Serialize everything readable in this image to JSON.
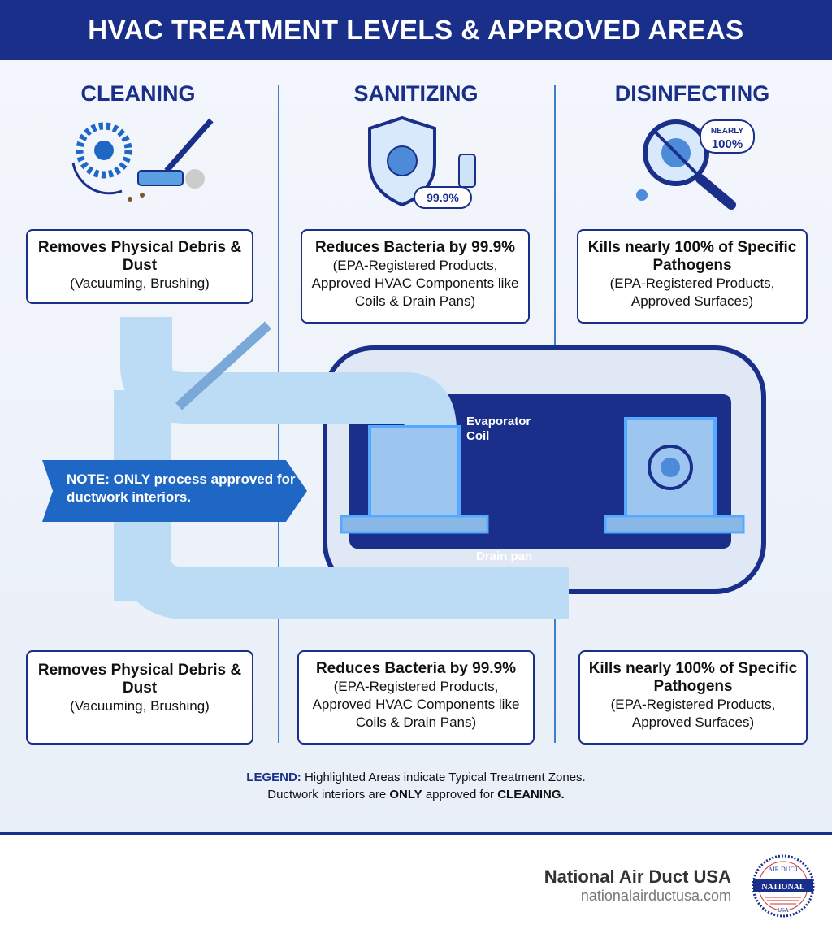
{
  "header": {
    "title": "HVAC TREATMENT LEVELS & APPROVED AREAS"
  },
  "columns": [
    {
      "title": "CLEANING",
      "icon": "fan-vacuum-icon",
      "box": {
        "headline": "Removes Physical Debris & Dust",
        "detail": "(Vacuuming, Brushing)"
      }
    },
    {
      "title": "SANITIZING",
      "icon": "shield-spray-icon",
      "badge": "99.9%",
      "box": {
        "headline": "Reduces Bacteria by 99.9%",
        "detail": "(EPA-Registered Products, Approved HVAC Components like Coils & Drain Pans)"
      }
    },
    {
      "title": "DISINFECTING",
      "icon": "magnifier-virus-icon",
      "badge": "NEARLY 100%",
      "box": {
        "headline": "Kills nearly 100% of Specific Pathogens",
        "detail": "(EPA-Registered Products, Approved Surfaces)"
      }
    }
  ],
  "diagram": {
    "note": "NOTE: ONLY process approved for ductwork interiors.",
    "evaporator_label": "Evaporator Coil",
    "drain_label": "Drain pan"
  },
  "legend": {
    "key": "LEGEND:",
    "line1": "Highlighted Areas indicate Typical Treatment Zones.",
    "line2a": "Ductwork interiors are",
    "line2b": "ONLY",
    "line2c": "approved for",
    "line2d": "CLEANING."
  },
  "footer": {
    "brand": "National Air Duct USA",
    "url": "nationalairductusa.com",
    "logo_text": [
      "AIR DUCT",
      "NATIONAL",
      "USA"
    ]
  },
  "colors": {
    "navy": "#1a2f8a",
    "accent": "#1f67c4",
    "duct": "#bcdcf5"
  }
}
